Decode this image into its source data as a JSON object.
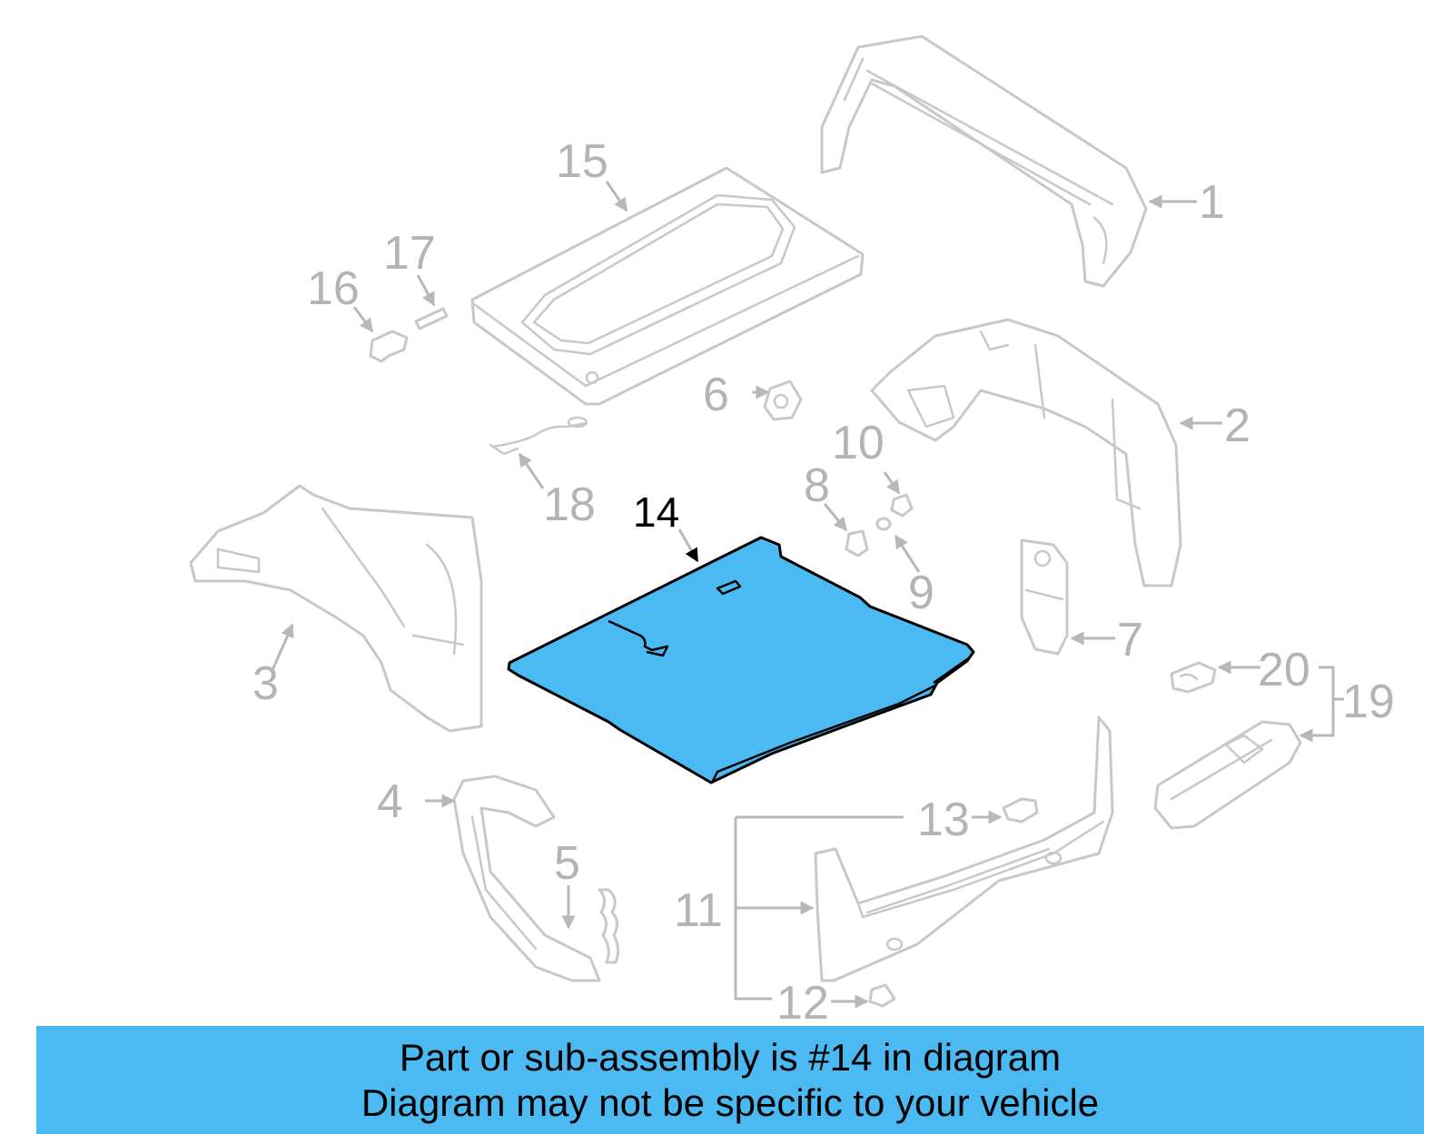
{
  "diagram": {
    "highlighted_part": "14",
    "callouts": [
      "1",
      "2",
      "3",
      "4",
      "5",
      "6",
      "7",
      "8",
      "9",
      "10",
      "11",
      "12",
      "13",
      "14",
      "15",
      "16",
      "17",
      "18",
      "19",
      "20"
    ],
    "colors": {
      "highlight_fill": "#4bbaf2",
      "part_outline": "#c8c8c8",
      "callout_text": "#b4b4b4",
      "active_callout_text": "#000000"
    }
  },
  "caption": {
    "line1": "Part or sub-assembly is #14 in diagram",
    "line2": "Diagram may not be specific to your vehicle"
  }
}
